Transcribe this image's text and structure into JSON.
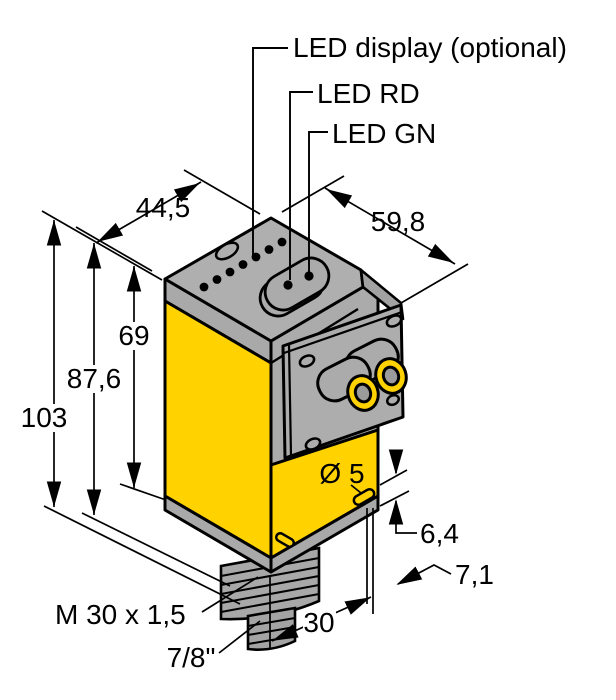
{
  "figure": {
    "kind": "sensor dimensional drawing",
    "callouts": {
      "led_display": "LED display (optional)",
      "led_rd": "LED RD",
      "led_gn": "LED GN"
    },
    "dimensions": {
      "width_top": "44,5",
      "depth_top": "59,8",
      "height_body": "69",
      "height_flange": "87,6",
      "height_total": "103",
      "mounting_hole": "Ø 5",
      "plate_thickness": "6,4",
      "hole_edge_offset": "7,1",
      "base_width": "30",
      "mounting_thread": "M 30 x 1,5",
      "connector_thread": "7/8\""
    },
    "colors": {
      "body_yellow": "#FFD200",
      "housing_gray": "#ABABAB",
      "outline": "#000000",
      "background": "#FFFFFF"
    }
  }
}
